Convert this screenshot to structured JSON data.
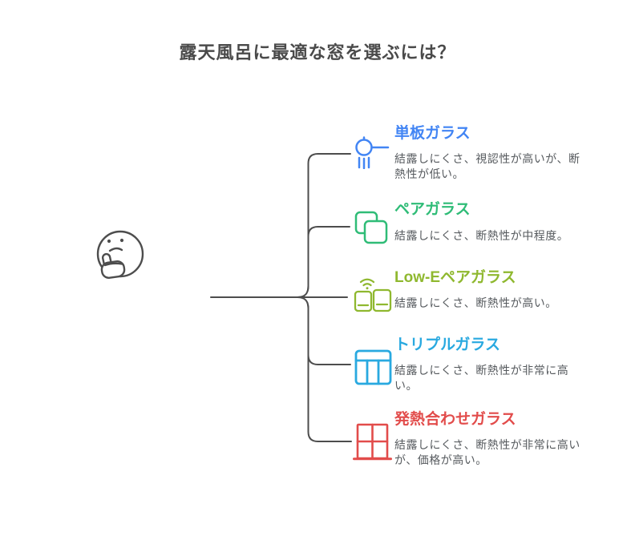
{
  "title": "露天風呂に最適な窓を選ぶには？",
  "colors": {
    "title": "#4a4a4a",
    "line": "#4d4d4d",
    "face": "#4d4d4d",
    "desc": "#565a5e"
  },
  "root": {
    "icon": "thinking-face-icon"
  },
  "items": [
    {
      "label": "単板ガラス",
      "desc": "結露しにくさ、視認性が高いが、断\n熱性が低い。",
      "color": "#4285F4",
      "icon": "shower-head-icon"
    },
    {
      "label": "ペアガラス",
      "desc": "結露しにくさ、断熱性が中程度。",
      "color": "#2FBC77",
      "icon": "copy-squares-icon"
    },
    {
      "label": "Low-Eペアガラス",
      "desc": "結露しにくさ、断熱性が高い。",
      "color": "#8FB82F",
      "icon": "wifi-devices-icon"
    },
    {
      "label": "トリプルガラス",
      "desc": "結露しにくさ、断熱性が非常に高\nい。",
      "color": "#29A9E0",
      "icon": "table-columns-icon"
    },
    {
      "label": "発熱合わせガラス",
      "desc": "結露しにくさ、断熱性が非常に高い\nが、価格が高い。",
      "color": "#E24C4B",
      "icon": "window-panes-icon"
    }
  ]
}
